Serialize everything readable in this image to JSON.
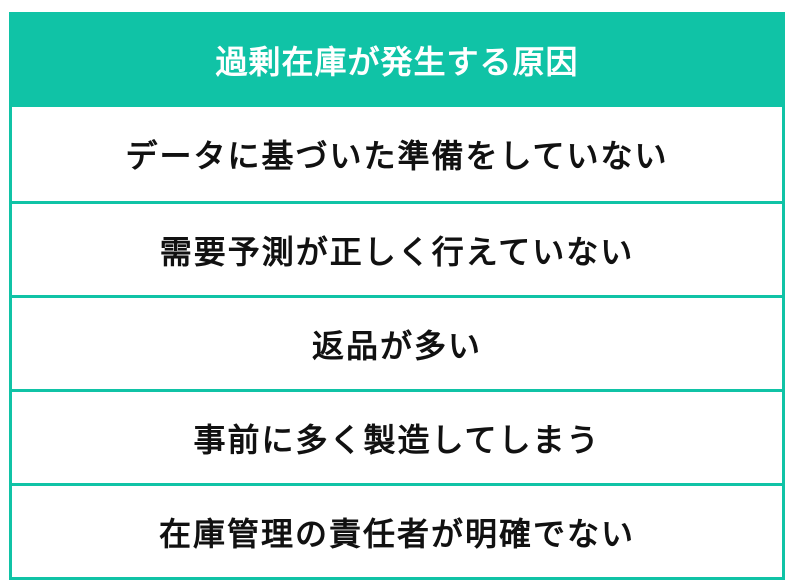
{
  "table": {
    "title": "過剰在庫が発生する原因",
    "accent_color": "#10c3a6",
    "rows": [
      {
        "label": "データに基づいた準備をしていない"
      },
      {
        "label": "需要予測が正しく行えていない"
      },
      {
        "label": "返品が多い"
      },
      {
        "label": "事前に多く製造してしまう"
      },
      {
        "label": "在庫管理の責任者が明確でない"
      }
    ]
  }
}
